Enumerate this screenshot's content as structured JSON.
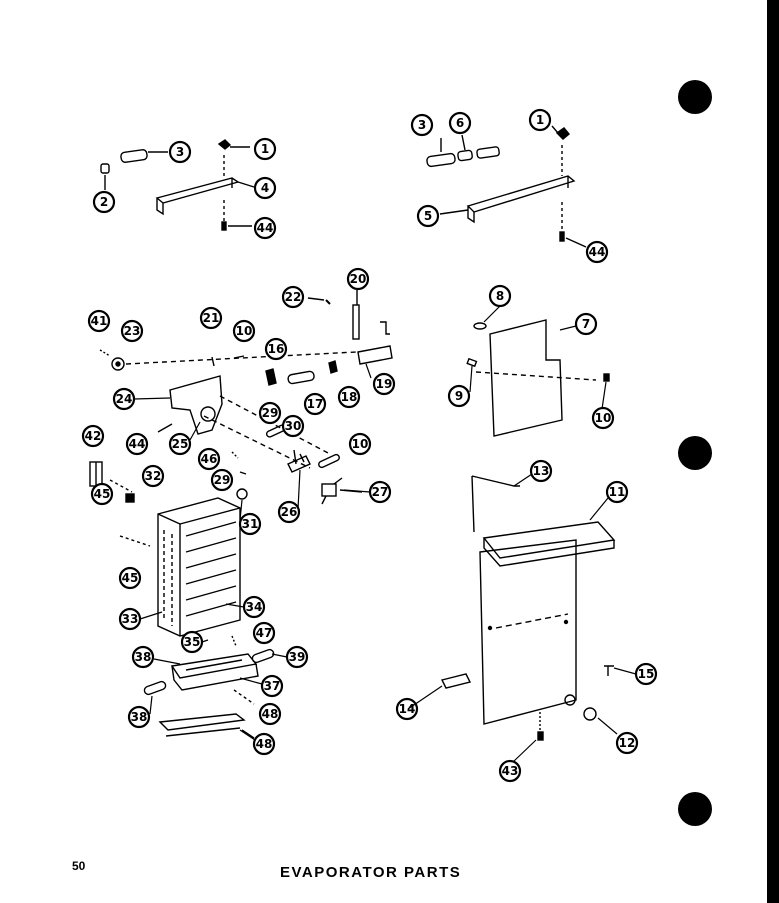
{
  "page": {
    "number": "50",
    "title": "EVAPORATOR PARTS"
  },
  "callouts": [
    {
      "id": "c1a",
      "label": "1"
    },
    {
      "id": "c2",
      "label": "2"
    },
    {
      "id": "c3a",
      "label": "3"
    },
    {
      "id": "c4",
      "label": "4"
    },
    {
      "id": "c44a",
      "label": "44"
    },
    {
      "id": "c3b",
      "label": "3"
    },
    {
      "id": "c6",
      "label": "6"
    },
    {
      "id": "c1b",
      "label": "1"
    },
    {
      "id": "c5",
      "label": "5"
    },
    {
      "id": "c44b",
      "label": "44"
    },
    {
      "id": "c22",
      "label": "22"
    },
    {
      "id": "c20",
      "label": "20"
    },
    {
      "id": "c41",
      "label": "41"
    },
    {
      "id": "c23",
      "label": "23"
    },
    {
      "id": "c21",
      "label": "21"
    },
    {
      "id": "c10a",
      "label": "10"
    },
    {
      "id": "c16",
      "label": "16"
    },
    {
      "id": "c24",
      "label": "24"
    },
    {
      "id": "c17",
      "label": "17"
    },
    {
      "id": "c18",
      "label": "18"
    },
    {
      "id": "c19",
      "label": "19"
    },
    {
      "id": "c44c",
      "label": "44"
    },
    {
      "id": "c25",
      "label": "25"
    },
    {
      "id": "c29a",
      "label": "29"
    },
    {
      "id": "c30",
      "label": "30"
    },
    {
      "id": "c42",
      "label": "42"
    },
    {
      "id": "c46",
      "label": "46"
    },
    {
      "id": "c10b",
      "label": "10"
    },
    {
      "id": "c32",
      "label": "32"
    },
    {
      "id": "c29b",
      "label": "29"
    },
    {
      "id": "c27",
      "label": "27"
    },
    {
      "id": "c45a",
      "label": "45"
    },
    {
      "id": "c26",
      "label": "26"
    },
    {
      "id": "c31",
      "label": "31"
    },
    {
      "id": "c45b",
      "label": "45"
    },
    {
      "id": "c33",
      "label": "33"
    },
    {
      "id": "c34",
      "label": "34"
    },
    {
      "id": "c35",
      "label": "35"
    },
    {
      "id": "c47",
      "label": "47"
    },
    {
      "id": "c38a",
      "label": "38"
    },
    {
      "id": "c39",
      "label": "39"
    },
    {
      "id": "c37",
      "label": "37"
    },
    {
      "id": "c38b",
      "label": "38"
    },
    {
      "id": "c48a",
      "label": "48"
    },
    {
      "id": "c48b",
      "label": "48"
    },
    {
      "id": "c8a",
      "label": "8"
    },
    {
      "id": "c7",
      "label": "7"
    },
    {
      "id": "c9",
      "label": "9"
    },
    {
      "id": "c10c",
      "label": "10"
    },
    {
      "id": "c13",
      "label": "13"
    },
    {
      "id": "c11",
      "label": "11"
    },
    {
      "id": "c15",
      "label": "15"
    },
    {
      "id": "c14",
      "label": "14"
    },
    {
      "id": "c12",
      "label": "12"
    },
    {
      "id": "c43",
      "label": "43"
    }
  ]
}
